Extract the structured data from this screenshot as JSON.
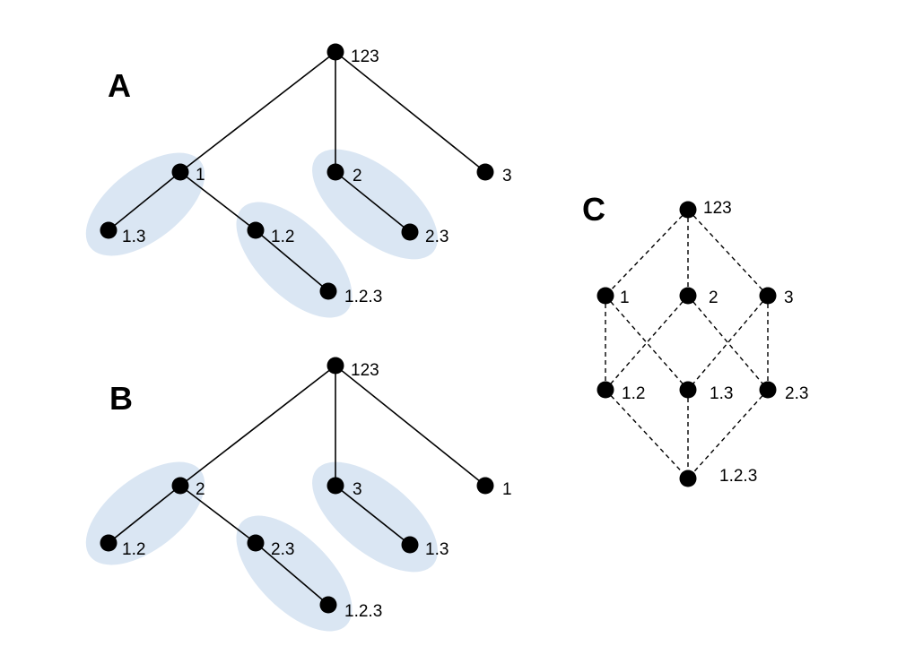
{
  "panels": {
    "A": {
      "letter": "A",
      "nodes": {
        "root": "123",
        "n1": "1",
        "n2": "2",
        "n3": "3",
        "n13": "1.3",
        "n12": "1.2",
        "n23": "2.3",
        "n123": "1.2.3"
      }
    },
    "B": {
      "letter": "B",
      "nodes": {
        "root": "123",
        "n2": "2",
        "n3": "3",
        "n1": "1",
        "n12": "1.2",
        "n23": "2.3",
        "n13": "1.3",
        "n123": "1.2.3"
      }
    },
    "C": {
      "letter": "C",
      "nodes": {
        "top": "123",
        "n1": "1",
        "n2": "2",
        "n3": "3",
        "n12": "1.2",
        "n13": "1.3",
        "n23": "2.3",
        "bottom": "1.2.3"
      }
    }
  },
  "colors": {
    "highlight": "#dae6f3",
    "node": "#000000",
    "edge": "#000000"
  }
}
